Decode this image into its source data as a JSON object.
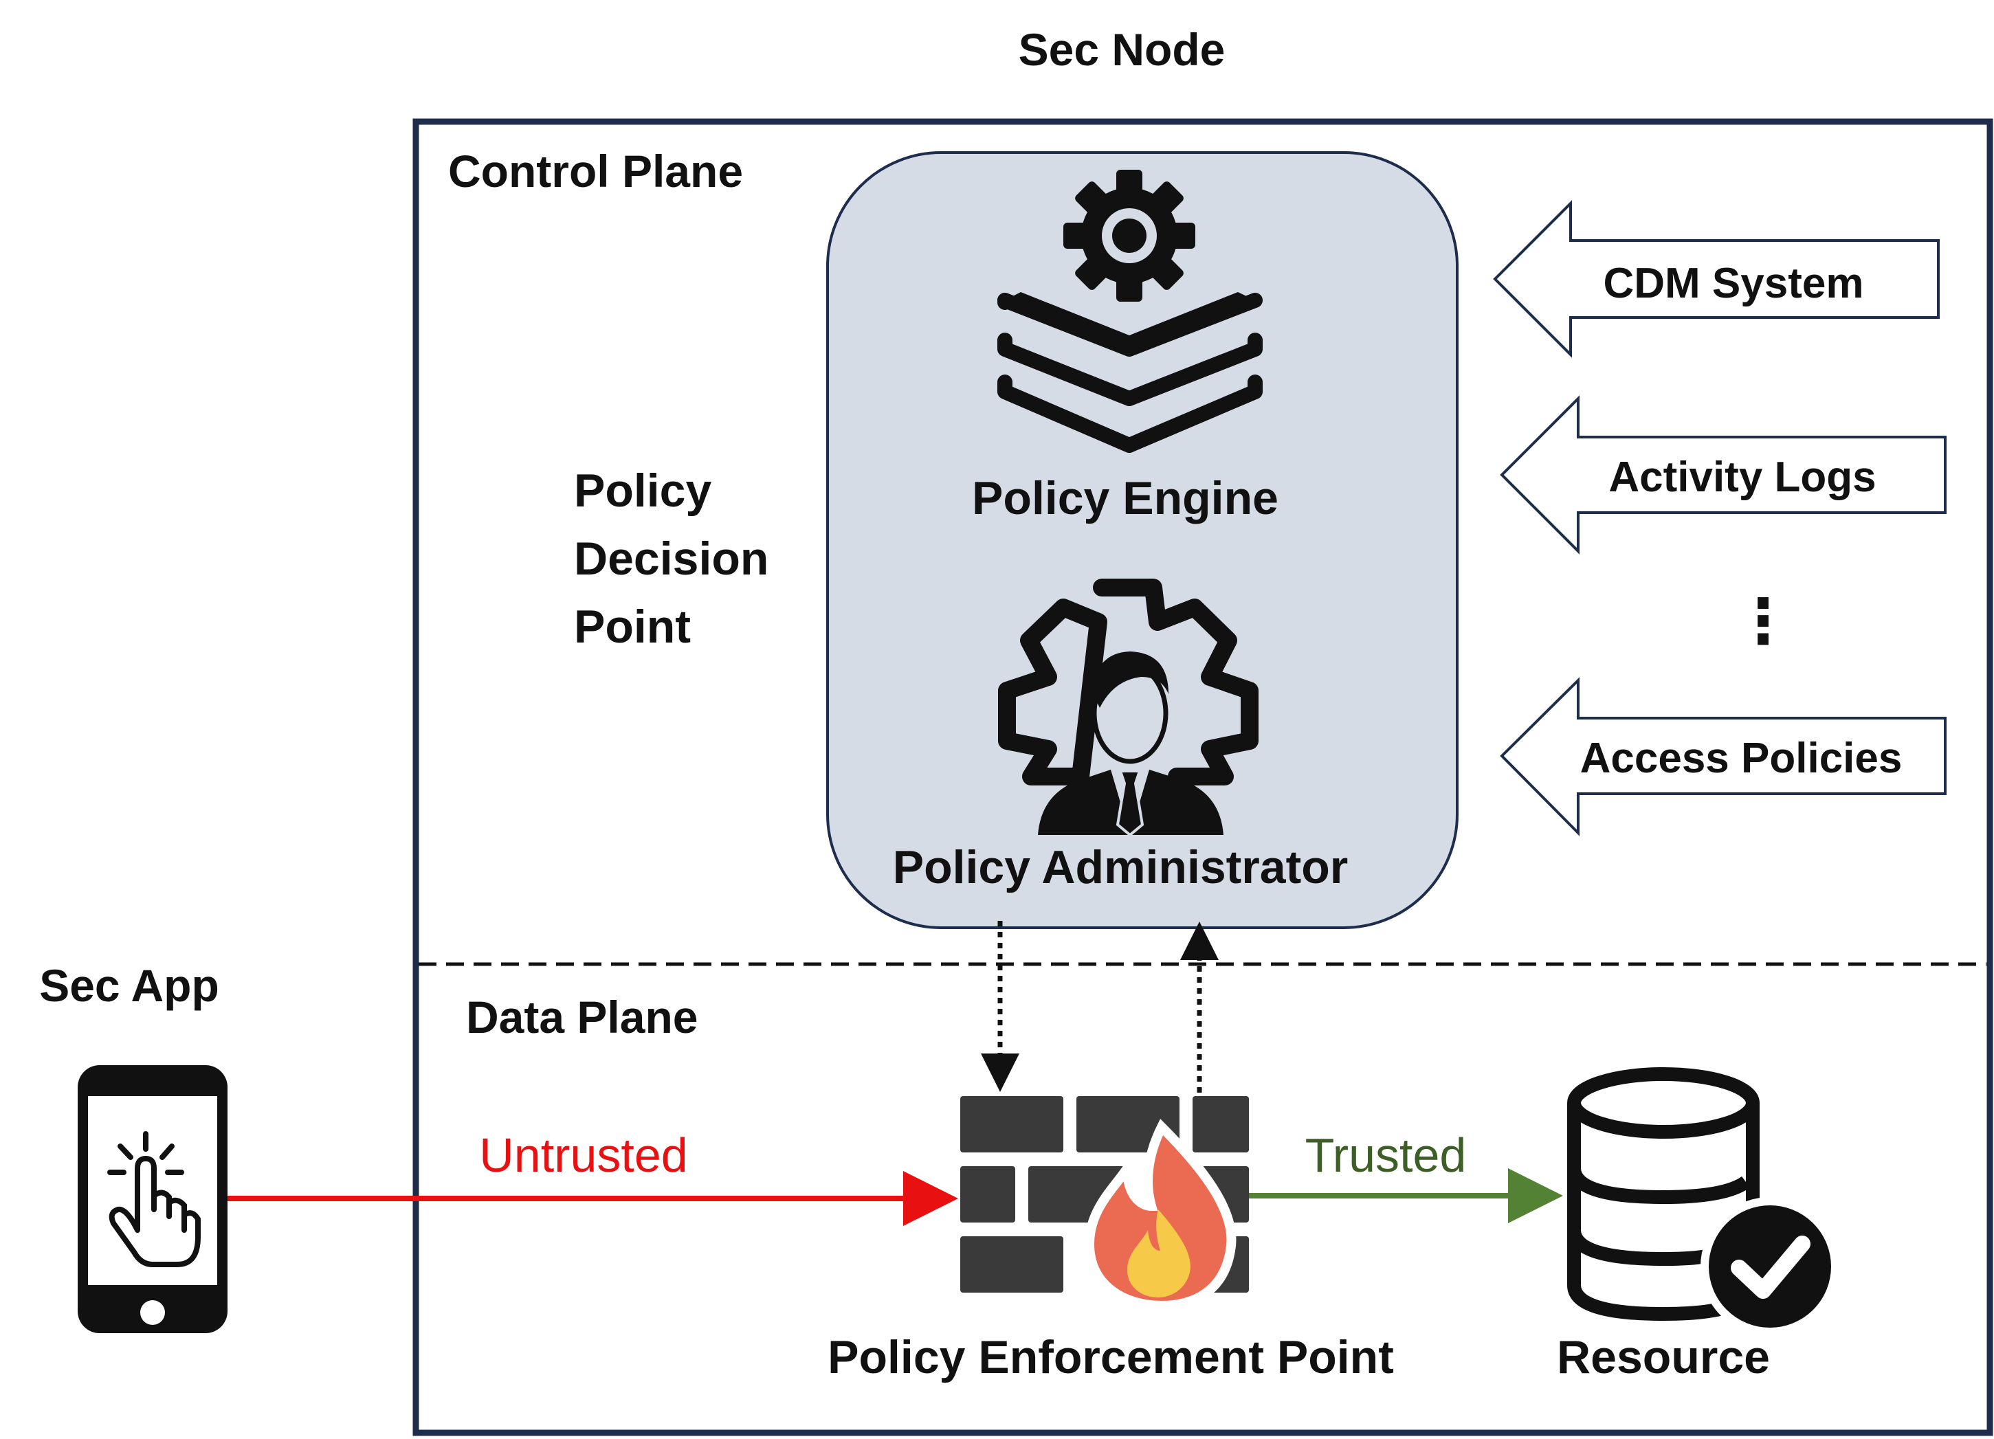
{
  "title": "Sec Node",
  "control_plane": {
    "label": "Control Plane",
    "pdp_label_lines": [
      "Policy",
      "Decision",
      "Point"
    ],
    "policy_engine": {
      "label": "Policy Engine",
      "icon": "gear-layers-icon"
    },
    "policy_administrator": {
      "label": "Policy Administrator",
      "icon": "admin-gear-icon"
    },
    "inputs": [
      {
        "label": "CDM System"
      },
      {
        "label": "Activity Logs"
      },
      {
        "label": "Access Policies"
      }
    ],
    "inputs_ellipsis": "⋮"
  },
  "data_plane": {
    "label": "Data Plane",
    "pep": {
      "label": "Policy Enforcement Point",
      "icon": "firewall-icon"
    },
    "resource": {
      "label": "Resource",
      "icon": "database-check-icon"
    },
    "untrusted_label": "Untrusted",
    "trusted_label": "Trusted"
  },
  "sec_app": {
    "label": "Sec App",
    "icon": "smartphone-tap-icon"
  },
  "colors": {
    "frame": "#1f2d4d",
    "pdp_fill": "#d6dce6",
    "untrusted": "#e81010",
    "trusted": "#548235",
    "icon": "#111111",
    "firewall_brick": "#3a3a3a",
    "flame_outer": "#ea6b52",
    "flame_inner": "#f7c948"
  }
}
